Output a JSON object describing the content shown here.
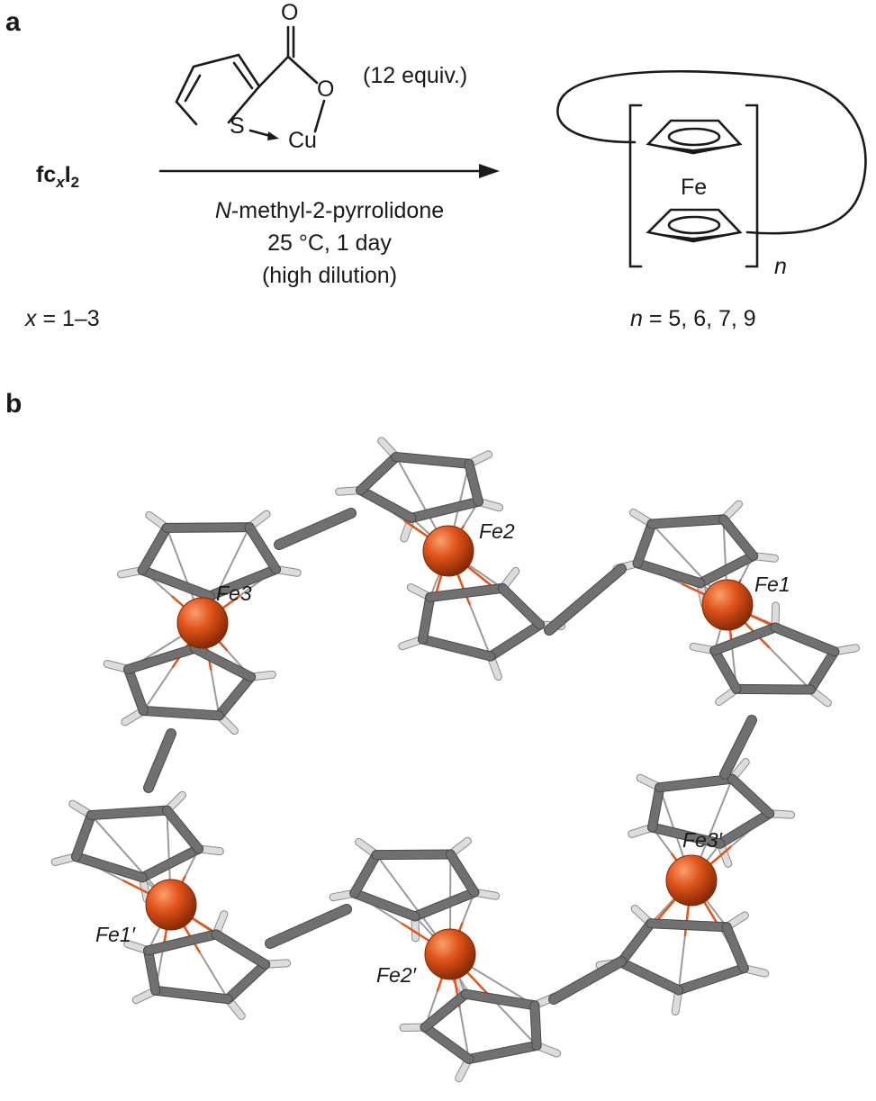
{
  "panel_a": {
    "label": "a",
    "reactant": {
      "prefix": "fc",
      "sub_x": "x",
      "sym": "I",
      "sub_2": "2"
    },
    "x_range": {
      "var": "x",
      "rest": " = 1–3"
    },
    "reagent": {
      "oxygen_top": "O",
      "oxygen_ring": "O",
      "sulfur": "S",
      "copper": "Cu",
      "equiv": "(12 equiv.)"
    },
    "conditions": {
      "solvent_italic": "N",
      "solvent_rest": "-methyl-2-pyrrolidone",
      "temperature_time": "25 °C, 1 day",
      "note": "(high dilution)"
    },
    "product": {
      "metal": "Fe",
      "repeat": "n"
    },
    "n_values": {
      "var": "n",
      "rest": " = 5, 6, 7, 9"
    }
  },
  "panel_b": {
    "label": "b",
    "iron_labels": [
      "Fe2",
      "Fe1",
      "Fe3",
      "Fe3′",
      "Fe1′",
      "Fe2′"
    ],
    "colors": {
      "iron": "#e2541b",
      "carbon": "#707070",
      "hydrogen": "#dcdcdc"
    }
  }
}
